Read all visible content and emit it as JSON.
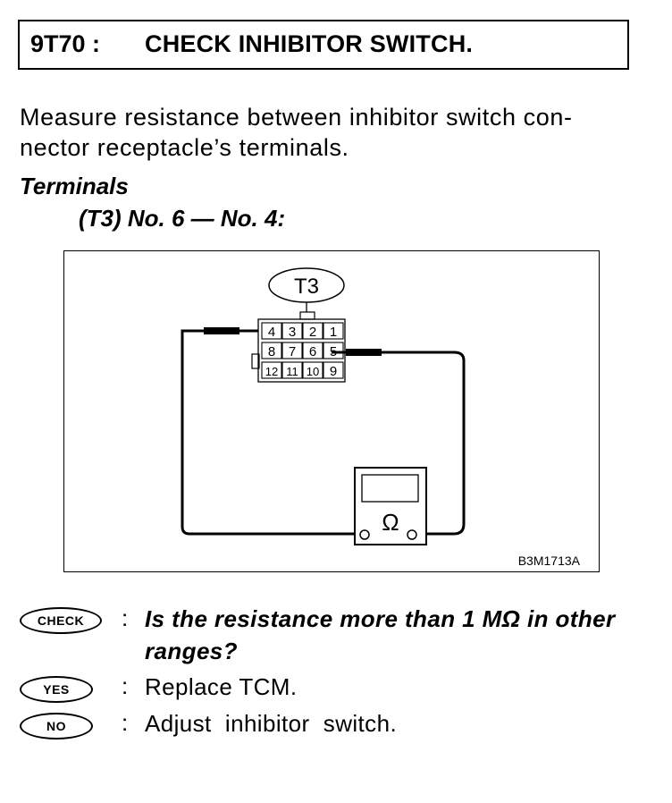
{
  "header": {
    "code": "9T70 :",
    "title": "CHECK INHIBITOR SWITCH."
  },
  "intro": "Measure resistance between inhibitor switch con-\nnector receptacle’s terminals.",
  "terminals": {
    "heading": "Terminals",
    "value": "(T3) No. 6 — No. 4:"
  },
  "diagram": {
    "connector_label": "T3",
    "pins_row1": [
      "4",
      "3",
      "2",
      "1"
    ],
    "pins_row2": [
      "8",
      "7",
      "6",
      "5"
    ],
    "pins_row3": [
      "12",
      "11",
      "10",
      "9"
    ],
    "meter_symbol": "Ω",
    "figure_code": "B3M1713A"
  },
  "check": {
    "badge": "CHECK",
    "colon": ":",
    "question": "Is the resistance more than 1 MΩ in other ranges?"
  },
  "yes": {
    "badge": "YES",
    "colon": ":",
    "text": "Replace TCM."
  },
  "no": {
    "badge": "NO",
    "colon": ":",
    "text": "Adjust  inhibitor  switch."
  }
}
